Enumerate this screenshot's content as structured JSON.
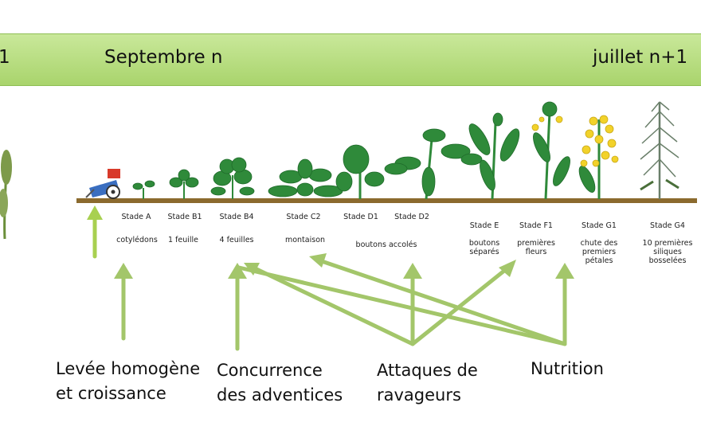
{
  "banner": {
    "left_fragment": "1",
    "start": "Septembre n",
    "end": "juillet n+1"
  },
  "stages": [
    {
      "code": "Stade A",
      "desc": "cotylédons"
    },
    {
      "code": "Stade B1",
      "desc": "1 feuille"
    },
    {
      "code": "Stade B4",
      "desc": "4 feuilles"
    },
    {
      "code": "Stade C2",
      "desc": "montaison"
    },
    {
      "code": "Stade D1",
      "desc": ""
    },
    {
      "code": "Stade D2",
      "desc": ""
    },
    {
      "code": "Stade  E",
      "desc": "boutons\nséparés"
    },
    {
      "code": "Stade F1",
      "desc": "premières\nfleurs"
    },
    {
      "code": "Stade G1",
      "desc": "chute des\npremiers\npétales"
    },
    {
      "code": "Stade G4",
      "desc": "10 premières\nsiliques\nbosselées"
    }
  ],
  "d_shared_label": "boutons accolés",
  "factors": [
    {
      "label": "Levée homogène\net croissance"
    },
    {
      "label": "Concurrence\ndes adventices"
    },
    {
      "label": "Attaques de\nravageurs"
    },
    {
      "label": "Nutrition"
    }
  ],
  "colors": {
    "banner": "#b8de80",
    "arrow": "#a3c66a",
    "soil": "#8b6a2e",
    "plant": "#2f8a3a",
    "flower": "#f2d22a"
  }
}
